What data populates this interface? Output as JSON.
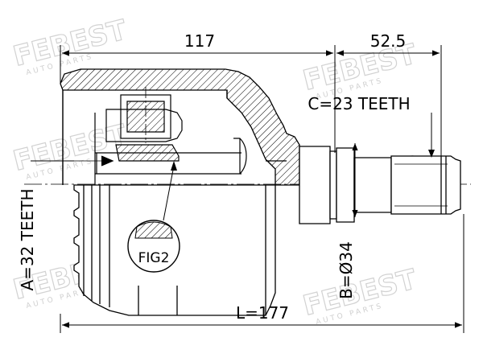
{
  "watermark": {
    "brand": "FEBEST",
    "tagline": "AUTO PARTS"
  },
  "dimensions": {
    "length_a": "117",
    "length_b": "52.5",
    "total_length": "L=177",
    "outer_splines": "A=32 TEETH",
    "shaft_splines": "C=23 TEETH",
    "shaft_diameter": "B=Ø34"
  },
  "detail_label": "FIG2",
  "colors": {
    "line": "#000000",
    "watermark": "#d2d2d2",
    "hatch": "#000000"
  }
}
